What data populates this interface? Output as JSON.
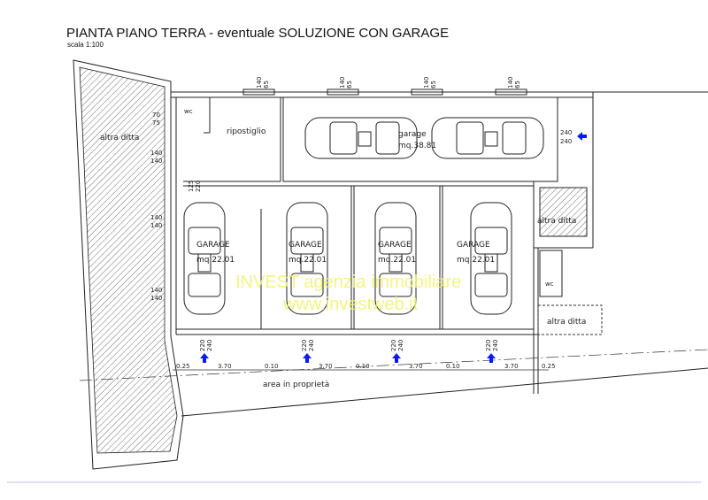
{
  "header": {
    "title": "PIANTA PIANO TERRA - eventuale SOLUZIONE CON GARAGE",
    "scale": "scala 1:100"
  },
  "rooms": {
    "altra_ditta_left": "altra ditta",
    "wc_top": "wc",
    "ripostiglio": "ripostiglio",
    "garage_big_label": "garage",
    "garage_big_area": "mq.38.81",
    "garages": [
      {
        "label": "GARAGE",
        "area": "mq.22.01"
      },
      {
        "label": "GARAGE",
        "area": "mq.22.01"
      },
      {
        "label": "GARAGE",
        "area": "mq.22.01"
      },
      {
        "label": "GARAGE",
        "area": "mq.22.01"
      }
    ],
    "altra_ditta_right_top": "altra ditta",
    "wc_right": "wc",
    "altra_ditta_right_bottom": "altra ditta",
    "area": "area in proprietà"
  },
  "dimensions": {
    "windows_top": [
      {
        "a": "140",
        "b": "65"
      },
      {
        "a": "140",
        "b": "65"
      },
      {
        "a": "140",
        "b": "65"
      },
      {
        "a": "140",
        "b": "65"
      }
    ],
    "left_openings": [
      {
        "a": "70",
        "b": "75"
      },
      {
        "a": "140",
        "b": "140"
      },
      {
        "a": "140",
        "b": "140"
      },
      {
        "a": "140",
        "b": "140"
      }
    ],
    "door_left": {
      "a": "125",
      "b": "220"
    },
    "big_garage_door": {
      "a": "240",
      "b": "240"
    },
    "garage_doors": [
      {
        "a": "220",
        "b": "240"
      },
      {
        "a": "220",
        "b": "240"
      },
      {
        "a": "220",
        "b": "240"
      },
      {
        "a": "220",
        "b": "240"
      }
    ],
    "bottom_chain": [
      "0.25",
      "3.70",
      "0.10",
      "3.70",
      "0.10",
      "3.70",
      "0.10",
      "3.70",
      "0.25"
    ]
  },
  "watermark": {
    "line1": "INVEST agenzia immobiliare",
    "line2": "www.investweb.it"
  },
  "colors": {
    "arrow": "#0a1aff",
    "watermark": "#f3f36a",
    "lines": "#222222"
  }
}
